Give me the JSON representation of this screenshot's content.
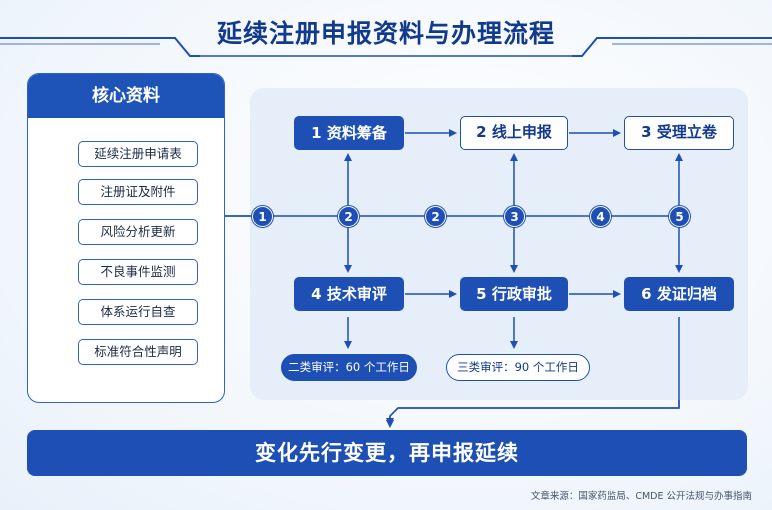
{
  "title": "延续注册申报资料与办理流程",
  "core": {
    "heading": "核心资料",
    "items": [
      "延续注册申请表",
      "注册证及附件",
      "风险分析更新",
      "不良事件监测",
      "体系运行自查",
      "标准符合性声明"
    ]
  },
  "steps": {
    "s1": "1 资料筹备",
    "s2": "2 线上申报",
    "s3": "3 受理立卷",
    "s4": "4 技术审评",
    "s5": "5 行政审批",
    "s6": "6 发证归档"
  },
  "markers": [
    "1",
    "2",
    "2",
    "3",
    "4",
    "5"
  ],
  "review_notes": {
    "class2": "二类审评：60 个工作日",
    "class3": "三类审评：90 个工作日"
  },
  "banner": "变化先行变更，再申报延续",
  "source": "文章来源：国家药监局、CMDE 公开法规与办事指南",
  "colors": {
    "primary": "#1e4fb4",
    "title": "#123a8c"
  }
}
